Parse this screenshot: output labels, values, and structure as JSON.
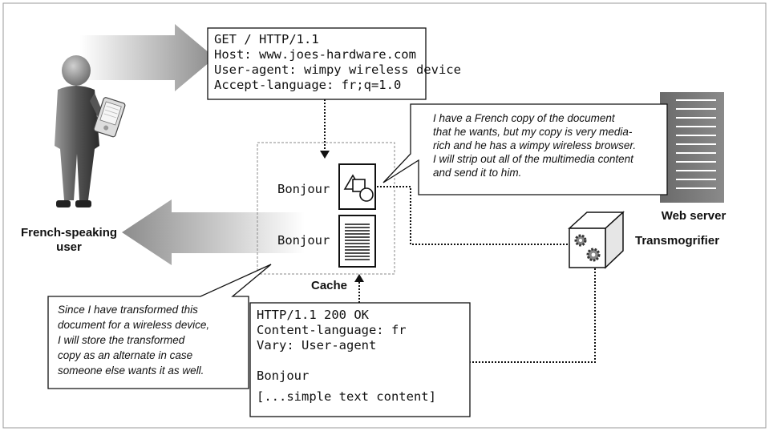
{
  "request": {
    "lines": [
      "GET / HTTP/1.1",
      "Host: www.joes-hardware.com",
      "User-agent: wimpy wireless device",
      "Accept-language: fr;q=1.0"
    ]
  },
  "response": {
    "lines": [
      "HTTP/1.1 200 OK",
      "Content-language: fr",
      "Vary: User-agent",
      "",
      "Bonjour",
      "[...simple text content]"
    ]
  },
  "user": {
    "label_line1": "French-speaking",
    "label_line2": "user"
  },
  "cache": {
    "label": "Cache",
    "doc_rich_label": "Bonjour",
    "doc_text_label": "Bonjour"
  },
  "transmogrifier": {
    "label": "Transmogrifier"
  },
  "web_server": {
    "label": "Web server"
  },
  "callout_top": {
    "lines": [
      "I have a French copy of the document",
      "that he wants, but my copy is very media-",
      "rich and he has a wimpy wireless browser.",
      "I will strip out all of the multimedia content",
      "and send it to him."
    ]
  },
  "callout_bottom": {
    "lines": [
      "Since I have transformed this",
      "document for a wireless device,",
      "I will store the transformed",
      "copy as an alternate in case",
      "someone else wants it as well."
    ]
  }
}
